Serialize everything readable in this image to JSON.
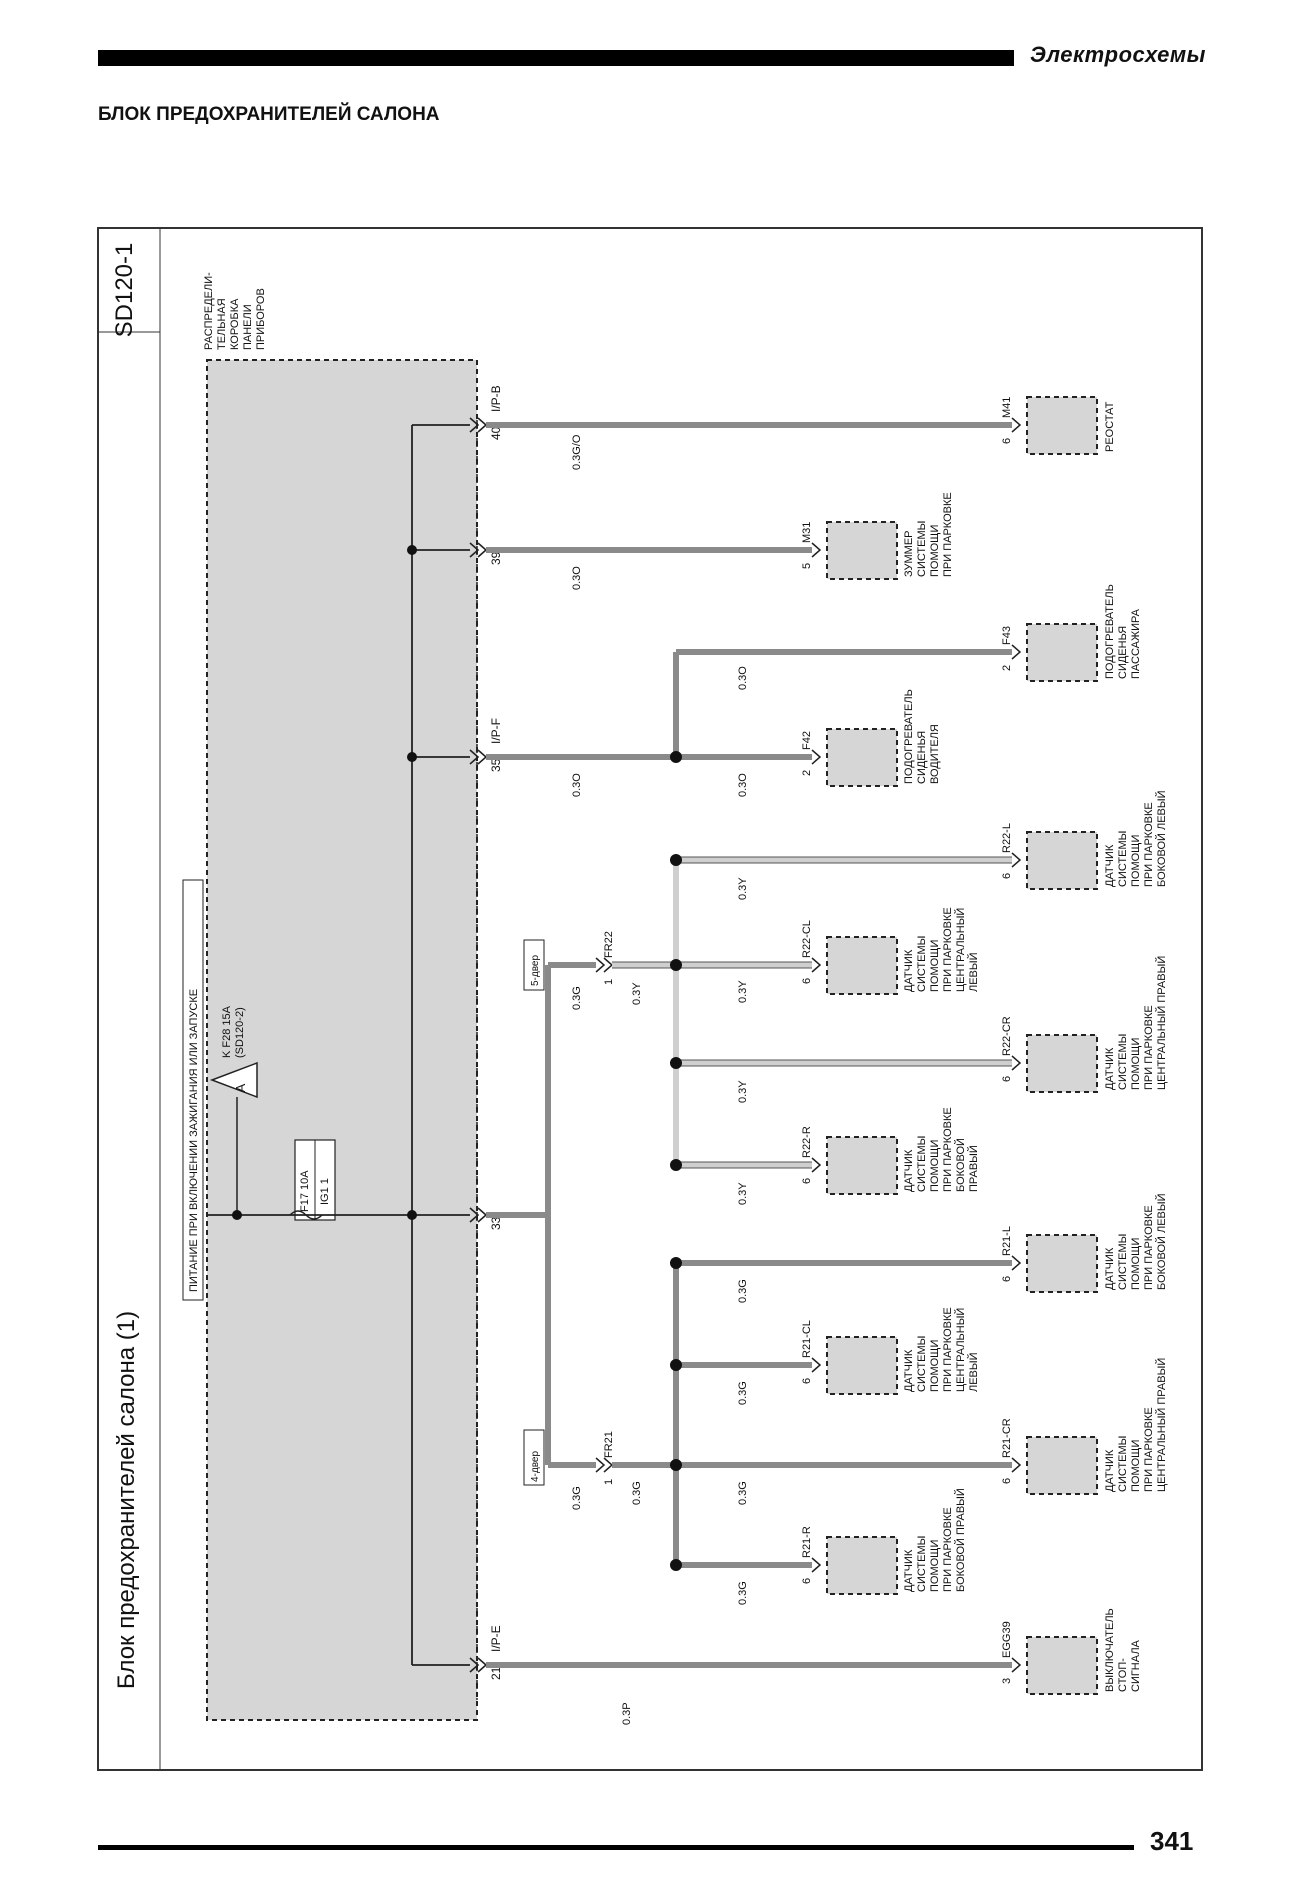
{
  "header": {
    "section_title": "Электросхемы"
  },
  "page_heading": "БЛОК ПРЕДОХРАНИТЕЛЕЙ САЛОНА",
  "footer": {
    "page_number": "341"
  },
  "diagram": {
    "code": "SD120-1",
    "title": "Блок предохранителей салона (1)",
    "junction_box_label": [
      "РАСПРЕДЕЛИ-",
      "ТЕЛЬНАЯ",
      "КОРОБКА",
      "ПАНЕЛИ",
      "ПРИБОРОВ"
    ],
    "power_note": "ПИТАНИЕ ПРИ ВКЛЮЧЕНИИ ЗАЖИГАНИЯ ИЛИ ЗАПУСКЕ",
    "fuse": {
      "name": "F17 10A",
      "bus": "IG1 1"
    },
    "ref_marker": "A",
    "ref_text": [
      "K F28 15A",
      "(SD120-2)"
    ],
    "connectors": {
      "ip_b": {
        "name": "I/P-B",
        "pins": [
          "40",
          "39"
        ]
      },
      "ip_f": {
        "name": "I/P-F",
        "pins": [
          "35",
          "33"
        ]
      },
      "ip_e": {
        "name": "I/P-E",
        "pins": [
          "21"
        ]
      },
      "fr22": {
        "name": "FR22",
        "pin": "1",
        "variant": "5-двер"
      },
      "fr21": {
        "name": "FR21",
        "pin": "1",
        "variant": "4-двер"
      }
    },
    "wires": {
      "w40": "0.3G/O",
      "w39": "0.3O",
      "w35": "0.3O",
      "w_f42": "0.3O",
      "w_f43": "0.3O",
      "w_fr22_in": "0.3G",
      "w_fr22_out": "0.3Y",
      "w_r22l": "0.3Y",
      "w_r22cl": "0.3Y",
      "w_r22cr": "0.3Y",
      "w_r22r": "0.3Y",
      "w_fr21_in": "0.3G",
      "w_fr21_out": "0.3G",
      "w_r21l": "0.3G",
      "w_r21cl": "0.3G",
      "w_r21cr": "0.3G",
      "w_r21r": "0.3G",
      "w21": "0.3P"
    },
    "components": {
      "m41": {
        "id": "M41",
        "pin": "6",
        "label": [
          "РЕОСТАТ"
        ]
      },
      "m31": {
        "id": "M31",
        "pin": "5",
        "label": [
          "ЗУММЕР",
          "СИСТЕМЫ",
          "ПОМОЩИ",
          "ПРИ ПАРКОВКЕ"
        ]
      },
      "f43": {
        "id": "F43",
        "pin": "2",
        "label": [
          "ПОДОГРЕВАТЕЛЬ",
          "СИДЕНЬЯ",
          "ПАССАЖИРА"
        ]
      },
      "f42": {
        "id": "F42",
        "pin": "2",
        "label": [
          "ПОДОГРЕВАТЕЛЬ",
          "СИДЕНЬЯ",
          "ВОДИТЕЛЯ"
        ]
      },
      "r22l": {
        "id": "R22-L",
        "pin": "6",
        "label": [
          "ДАТЧИК",
          "СИСТЕМЫ",
          "ПОМОЩИ",
          "ПРИ ПАРКОВКЕ",
          "БОКОВОЙ ЛЕВЫЙ"
        ]
      },
      "r22cl": {
        "id": "R22-CL",
        "pin": "6",
        "label": [
          "ДАТЧИК",
          "СИСТЕМЫ",
          "ПОМОЩИ",
          "ПРИ ПАРКОВКЕ",
          "ЦЕНТРАЛЬНЫЙ",
          "ЛЕВЫЙ"
        ]
      },
      "r22cr": {
        "id": "R22-CR",
        "pin": "6",
        "label": [
          "ДАТЧИК",
          "СИСТЕМЫ",
          "ПОМОЩИ",
          "ПРИ ПАРКОВКЕ",
          "ЦЕНТРАЛЬНЫЙ ПРАВЫЙ"
        ]
      },
      "r22r": {
        "id": "R22-R",
        "pin": "6",
        "label": [
          "ДАТЧИК",
          "СИСТЕМЫ",
          "ПОМОЩИ",
          "ПРИ ПАРКОВКЕ",
          "БОКОВОЙ",
          "ПРАВЫЙ"
        ]
      },
      "r21l": {
        "id": "R21-L",
        "pin": "6",
        "label": [
          "ДАТЧИК",
          "СИСТЕМЫ",
          "ПОМОЩИ",
          "ПРИ ПАРКОВКЕ",
          "БОКОВОЙ ЛЕВЫЙ"
        ]
      },
      "r21cl": {
        "id": "R21-CL",
        "pin": "6",
        "label": [
          "ДАТЧИК",
          "СИСТЕМЫ",
          "ПОМОЩИ",
          "ПРИ ПАРКОВКЕ",
          "ЦЕНТРАЛЬНЫЙ",
          "ЛЕВЫЙ"
        ]
      },
      "r21cr": {
        "id": "R21-CR",
        "pin": "6",
        "label": [
          "ДАТЧИК",
          "СИСТЕМЫ",
          "ПОМОЩИ",
          "ПРИ ПАРКОВКЕ",
          "ЦЕНТРАЛЬНЫЙ ПРАВЫЙ"
        ]
      },
      "r21r": {
        "id": "R21-R",
        "pin": "6",
        "label": [
          "ДАТЧИК",
          "СИСТЕМЫ",
          "ПОМОЩИ",
          "ПРИ ПАРКОВКЕ",
          "БОКОВОЙ ПРАВЫЙ"
        ]
      },
      "egg39": {
        "id": "EGG39",
        "pin": "3",
        "label": [
          "ВЫКЛЮЧАТЕЛЬ",
          "СТОП-",
          "СИГНАЛА"
        ]
      }
    },
    "colors": {
      "wire": "#8a8a8a",
      "wire_light": "#cfcfcf",
      "box_fill": "#d6d6d6",
      "ink": "#111111"
    }
  }
}
